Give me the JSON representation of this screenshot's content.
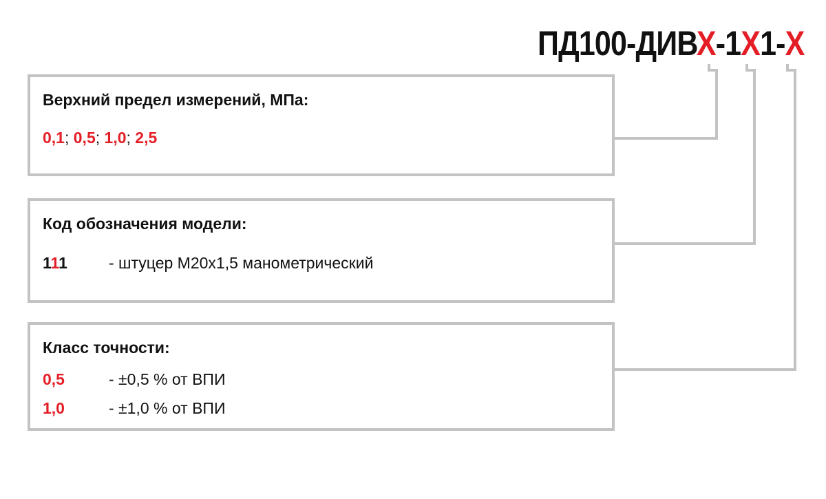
{
  "title": {
    "parts": [
      {
        "text": "ПД100-ДИВ",
        "red": false
      },
      {
        "text": "Х",
        "red": true
      },
      {
        "text": "-1",
        "red": false
      },
      {
        "text": "Х",
        "red": true
      },
      {
        "text": "1-",
        "red": false
      },
      {
        "text": "Х",
        "red": true
      }
    ]
  },
  "colors": {
    "accent": "#e41e26",
    "border": "#c3c3c3",
    "text": "#111111"
  },
  "box1": {
    "heading": "Верхний предел измерений, МПа:",
    "values": [
      "0,1",
      "0,5",
      "1,0",
      "2,5"
    ],
    "separator": "; "
  },
  "box2": {
    "heading": "Код обозначения модели:",
    "code_black_1": "1",
    "code_red": "1",
    "code_black_2": "1",
    "description": "- штуцер М20х1,5 манометрический"
  },
  "box3": {
    "heading": "Класс точности:",
    "rows": [
      {
        "code": "0,5",
        "description": "- ±0,5 % от ВПИ"
      },
      {
        "code": "1,0",
        "description": "- ±1,0 % от ВПИ"
      }
    ]
  }
}
